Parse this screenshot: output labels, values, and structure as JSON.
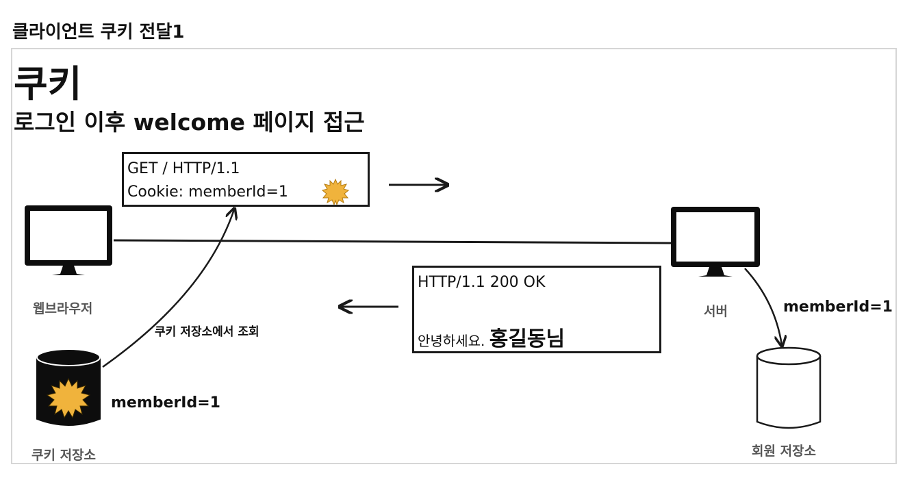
{
  "page": {
    "heading": "클라이언트 쿠키 전달1"
  },
  "slide": {
    "title": "쿠키",
    "subtitle": "로그인 이후 welcome 페이지 접근",
    "request": {
      "line1": "GET / HTTP/1.1",
      "line2": "Cookie: memberId=1"
    },
    "response": {
      "status_line": "HTTP/1.1 200 OK",
      "greeting": "안녕하세요.",
      "name": "홍길동님"
    },
    "browser_label": "웹브라우저",
    "server_label": "서버",
    "lookup_label": "쿠키 저장소에서 조회",
    "cookie_store": {
      "value": "memberId=1",
      "label": "쿠키 저장소"
    },
    "member_store": {
      "value": "memberId=1",
      "label": "회원 저장소"
    }
  },
  "colors": {
    "cookie": "#f0b33c",
    "line": "#1a1a1a",
    "frame_border": "#d6d6d6"
  },
  "icons": [
    "monitor-icon",
    "database-icon",
    "cookie-icon",
    "arrow-icon"
  ]
}
